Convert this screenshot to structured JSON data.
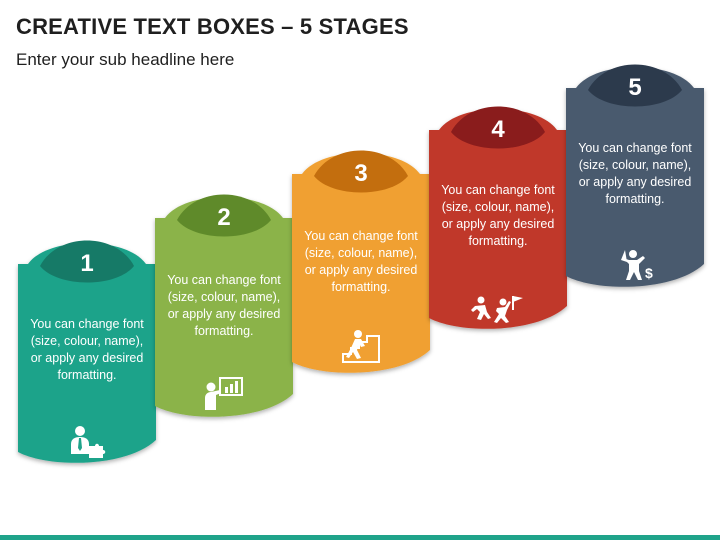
{
  "header": {
    "title": "CREATIVE TEXT BOXES – 5 STAGES",
    "subtitle": "Enter your sub headline here"
  },
  "stages": [
    {
      "number": "1",
      "text": "You can change font (size, colour, name), or apply any desired formatting.",
      "color": "#1fa38a",
      "tab_color": "#167a67",
      "icon": "businessman-puzzle-icon"
    },
    {
      "number": "2",
      "text": "You can change font (size, colour, name), or apply any desired formatting.",
      "color": "#8bb34a",
      "tab_color": "#5f8a2a",
      "icon": "presenter-chart-icon"
    },
    {
      "number": "3",
      "text": "You can change font (size, colour, name), or apply any desired formatting.",
      "color": "#f0a030",
      "tab_color": "#c36e0e",
      "icon": "climber-stairs-icon"
    },
    {
      "number": "4",
      "text": "You can change font (size, colour, name), or apply any desired formatting.",
      "color": "#c0392b",
      "tab_color": "#8a1c1c",
      "icon": "race-to-flag-icon"
    },
    {
      "number": "5",
      "text": "You can change font (size, colour, name), or apply any desired formatting.",
      "color": "#4a5a6e",
      "tab_color": "#2c3a4c",
      "icon": "person-money-icon"
    }
  ]
}
